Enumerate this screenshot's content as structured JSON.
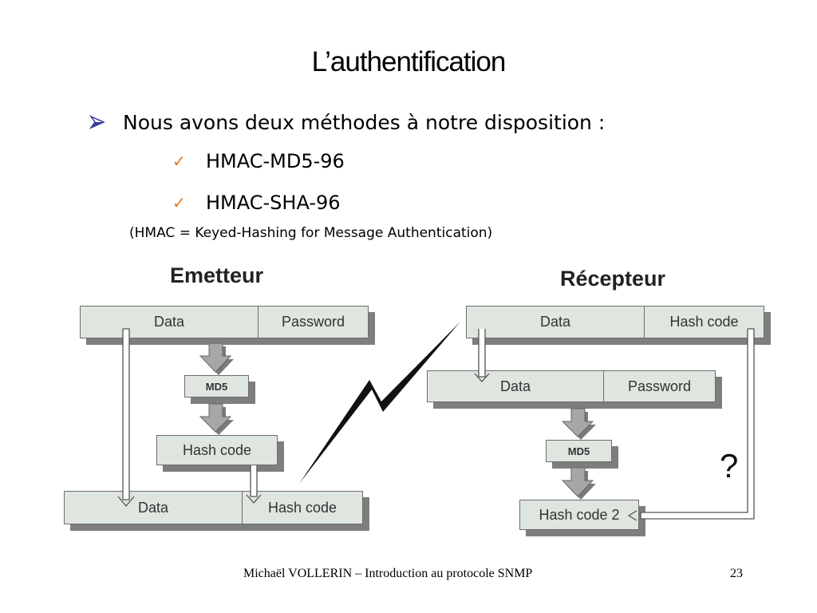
{
  "slide": {
    "title": "L’authentification",
    "bullet": "Nous avons deux méthodes à notre disposition :",
    "methods": [
      "HMAC-MD5-96",
      "HMAC-SHA-96"
    ],
    "note": "(HMAC = Keyed-Hashing for Message Authentication)"
  },
  "diagram": {
    "sender": {
      "title": "Emetteur",
      "input_data": "Data",
      "input_password": "Password",
      "algo": "MD5",
      "hash": "Hash code",
      "output_data": "Data",
      "output_hash": "Hash code"
    },
    "receiver": {
      "title": "Récepteur",
      "received_data": "Data",
      "received_hash": "Hash code",
      "input_data": "Data",
      "input_password": "Password",
      "algo": "MD5",
      "hash2": "Hash code 2",
      "question": "?"
    }
  },
  "footer": {
    "text": "Michaël VOLLERIN – Introduction au protocole SNMP",
    "page": "23"
  },
  "colors": {
    "box_fill": "#dfe5df",
    "box_shadow": "#7e7e7e",
    "check": "#e6781e",
    "bullet_arrow": "#3a3aa0"
  }
}
